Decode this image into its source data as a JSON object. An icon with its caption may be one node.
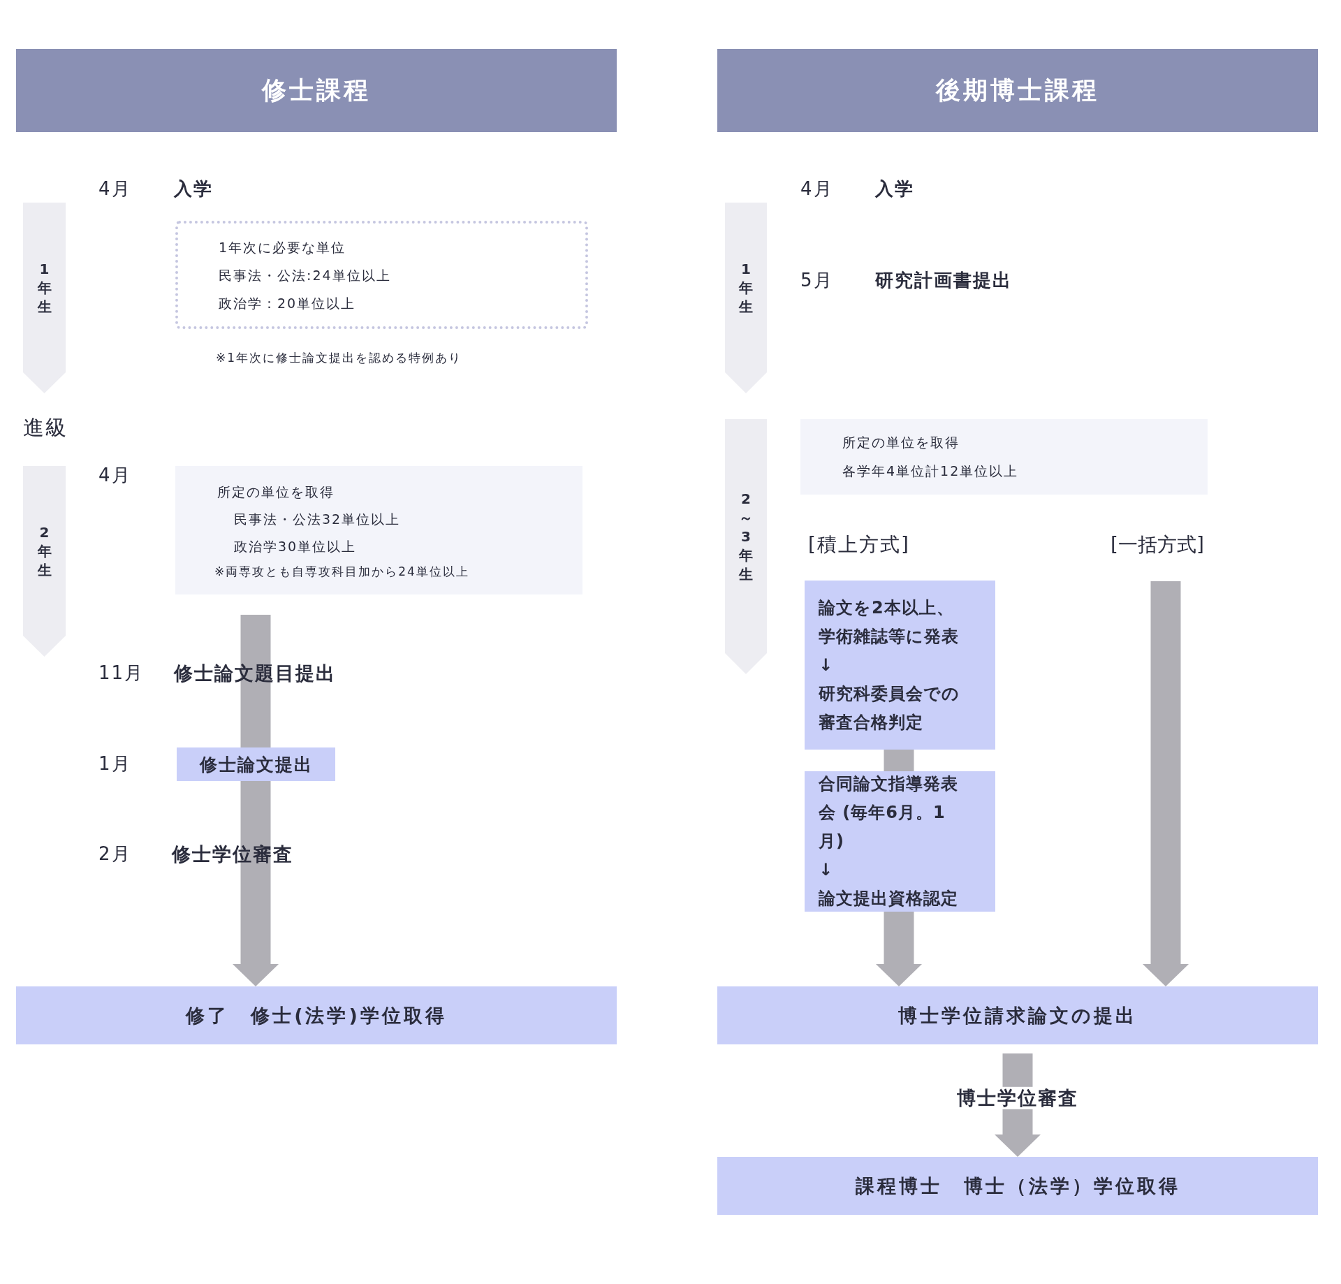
{
  "diagram": {
    "nodes": [
      {
        "text": [
          "修士課程"
        ]
      },
      {
        "text": [
          "後期博士課程"
        ]
      },
      {
        "text": [
          "1年生"
        ]
      },
      {
        "text": [
          "1年次に必要な単位",
          "民事法・公法:24単位以上",
          "政治学：20単位以上"
        ]
      },
      {
        "text": [
          "2年生"
        ]
      },
      {
        "text": [
          "所定の単位を取得",
          "民事法・公法32単位以上",
          "政治学30単位以上",
          "※両専攻とも自専攻科目加から24単位以上"
        ]
      },
      {
        "text": [
          "修士論文提出"
        ]
      },
      {
        "text": [
          "修了　修士(法学)学位取得"
        ]
      },
      {
        "text": [
          "1年生"
        ]
      },
      {
        "text": [
          "2～3年生"
        ]
      },
      {
        "text": [
          "所定の単位を取得",
          "各学年4単位計12単位以上"
        ]
      },
      {
        "text": [
          "論文を2本以上、学術雑誌等に発表",
          "↓",
          "研究科委員会での審査合格判定"
        ]
      },
      {
        "text": [
          "合同論文指導発表会 (毎年6月。1月)",
          "↓",
          "論文提出資格認定"
        ]
      },
      {
        "text": [
          "[一括方式]"
        ]
      },
      {
        "text": [
          "博士学位請求論文の提出"
        ]
      },
      {
        "text": [
          "課程博士　博士（法学）学位取得"
        ]
      }
    ],
    "edges": [
      {
        "from": null,
        "to": 7,
        "arrow": "to"
      },
      {
        "from": 11,
        "to": 12,
        "arrow": "none"
      },
      {
        "from": 12,
        "to": 14,
        "arrow": "to"
      },
      {
        "from": 13,
        "to": 14,
        "arrow": "to"
      },
      {
        "from": 14,
        "to": 15,
        "arrow": "to",
        "label": "博士学位審査"
      }
    ],
    "labels": [
      "4月",
      "入学",
      "※1年次に修士論文提出を認める特例あり",
      "進級",
      "4月",
      "11月",
      "修士論文題目提出",
      "1月",
      "2月",
      "修士学位審査",
      "4月",
      "入学",
      "5月",
      "研究計画書提出",
      "[積上方式]"
    ]
  }
}
